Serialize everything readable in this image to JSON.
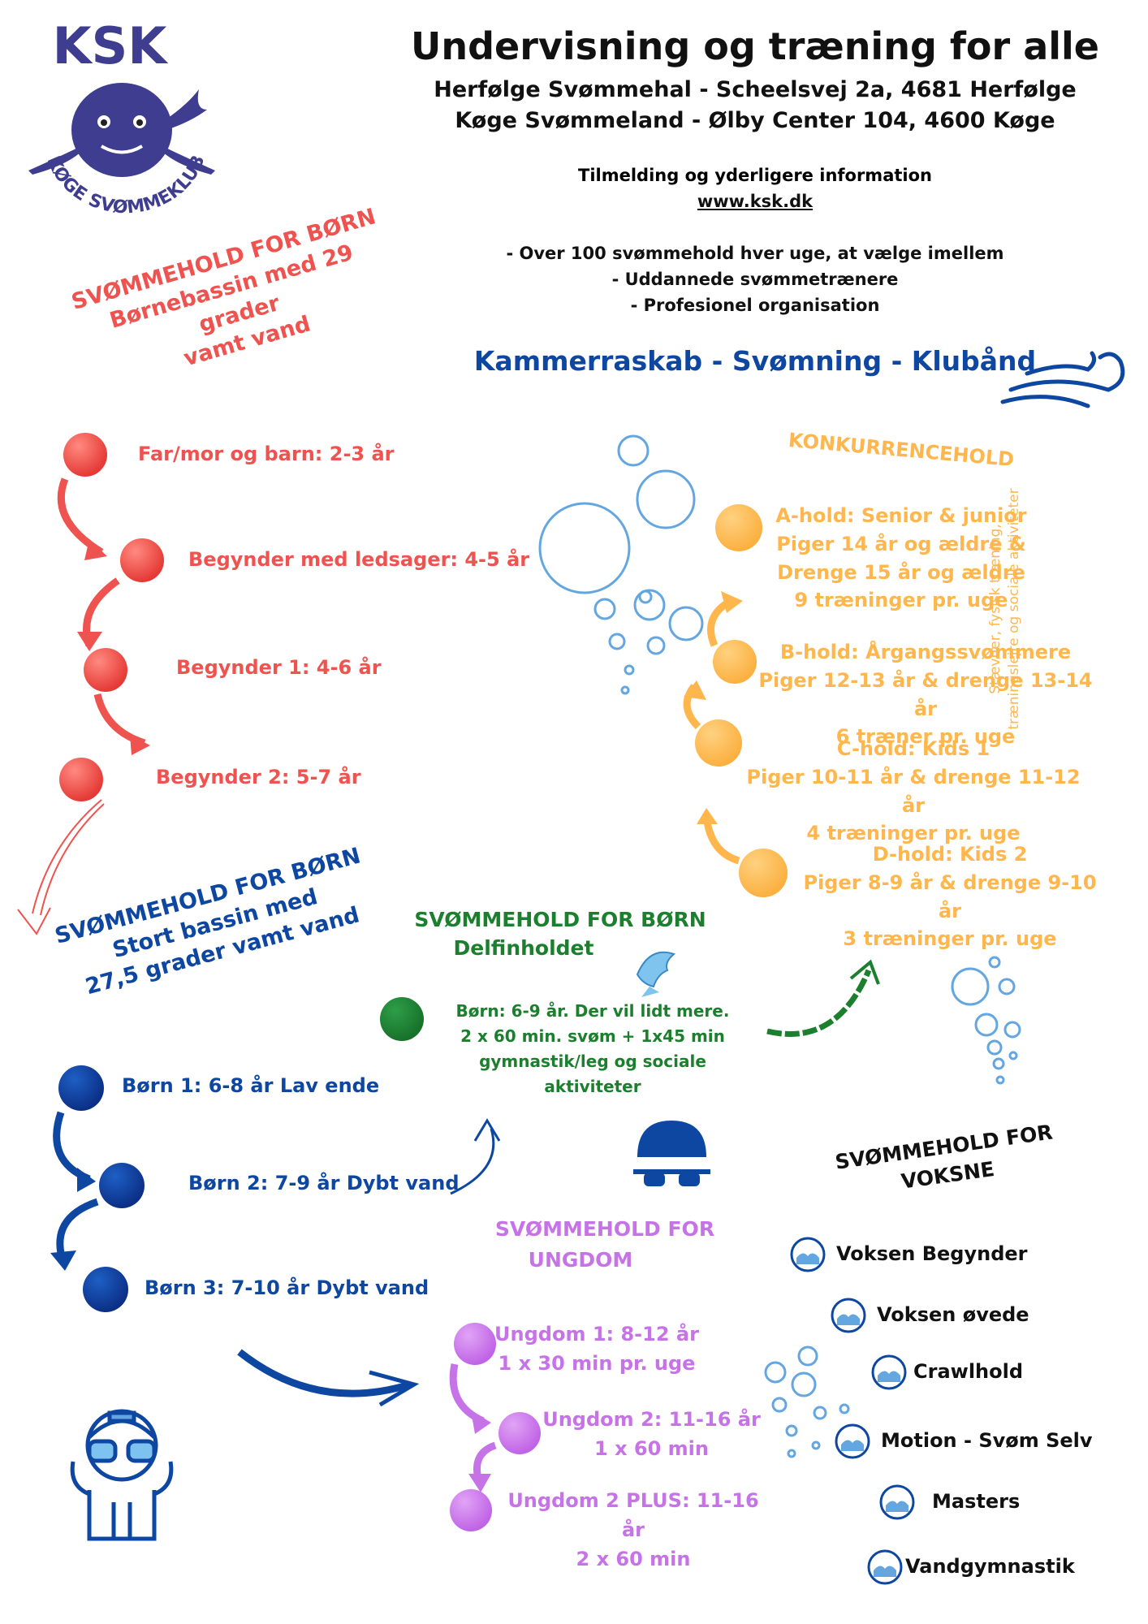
{
  "logo": {
    "top_text": "KSK",
    "ring_text": "KØGE SVØMMEKLUB"
  },
  "header": {
    "title": "Undervisning og træning for alle",
    "address_1": "Herfølge Svømmehal - Scheelsvej 2a, 4681 Herfølge",
    "address_2": "Køge Svømmeland - Ølby Center 104, 4600 Køge",
    "info_label": "Tilmelding og yderligere information",
    "info_url": "www.ksk.dk",
    "bullets": [
      "- Over 100 svømmehold hver uge, at vælge imellem",
      "- Uddannede svømmetrænere",
      "- Profesionel organisation"
    ],
    "tagline": "Kammerraskab - Svømning - Klubånd"
  },
  "small_pool": {
    "heading": [
      "SVØMMEHOLD FOR BØRN",
      "Børnebassin med 29 grader",
      "vamt vand"
    ],
    "items": [
      "Far/mor og barn: 2-3 år",
      "Begynder med ledsager:  4-5 år",
      "Begynder 1: 4-6 år",
      "Begynder 2:  5-7 år"
    ]
  },
  "big_pool": {
    "heading": [
      "SVØMMEHOLD FOR BØRN",
      "Stort bassin med",
      "27,5 grader vamt vand"
    ],
    "items": [
      "Børn 1: 6-8 år Lav ende",
      "Børn 2:  7-9 år Dybt vand",
      "Børn 3: 7-10 år Dybt vand"
    ]
  },
  "dolphin": {
    "heading": [
      "SVØMMEHOLD FOR BØRN",
      "Delfinholdet"
    ],
    "text": [
      "Børn:  6-9 år. Der vil lidt mere.",
      "2 x 60 min. svøm + 1x45 min",
      "gymnastik/leg  og sociale",
      "aktiviteter"
    ]
  },
  "competition": {
    "heading": "KONKURRENCEHOLD",
    "teams": [
      [
        "A-hold: Senior & junior",
        "Piger 14 år og ældre &",
        "Drenge 15 år og ældre",
        "9 træninger pr. uge"
      ],
      [
        "B-hold:  Årgangssvømmere",
        "Piger 12-13 år & drenge 13-14 år",
        "6 træner pr. uge"
      ],
      [
        "C-hold: Kids 1",
        "Piger 10-11 år & drenge 11-12 år",
        "4 træninger pr. uge"
      ],
      [
        "D-hold: Kids 2",
        "Piger 8-9 år & drenge 9-10 år",
        "3 træninger pr. uge"
      ]
    ],
    "side_note": [
      "Stævner, fysisk træning,",
      "træningslejre og sociale aktiviteter"
    ]
  },
  "youth": {
    "heading": [
      "SVØMMEHOLD FOR",
      "UNGDOM"
    ],
    "items": [
      [
        "Ungdom 1: 8-12 år",
        "1 x 30 min pr. uge"
      ],
      [
        "Ungdom 2:  11-16 år",
        "1 x 60 min"
      ],
      [
        "Ungdom 2 PLUS:  11-16 år",
        "2 x 60 min"
      ]
    ]
  },
  "adults": {
    "heading": [
      "SVØMMEHOLD FOR",
      "VOKSNE"
    ],
    "items": [
      "Voksen Begynder",
      "Voksen øvede",
      "Crawlhold",
      "Motion - Svøm Selv",
      "Masters",
      "Vandgymnastik"
    ]
  },
  "colors": {
    "red": "#ef5350",
    "blue": "#0d47a1",
    "orange": "#ffb74d",
    "green": "#1b7f2e",
    "purple": "#c773e8",
    "bubble": "#64a6e0"
  },
  "icons": [
    "whale-logo-icon",
    "wave-icon",
    "bubbles-icon",
    "dolphin-icon",
    "swim-cap-icon",
    "swimmer-kid-icon",
    "wave-badge-icon"
  ]
}
